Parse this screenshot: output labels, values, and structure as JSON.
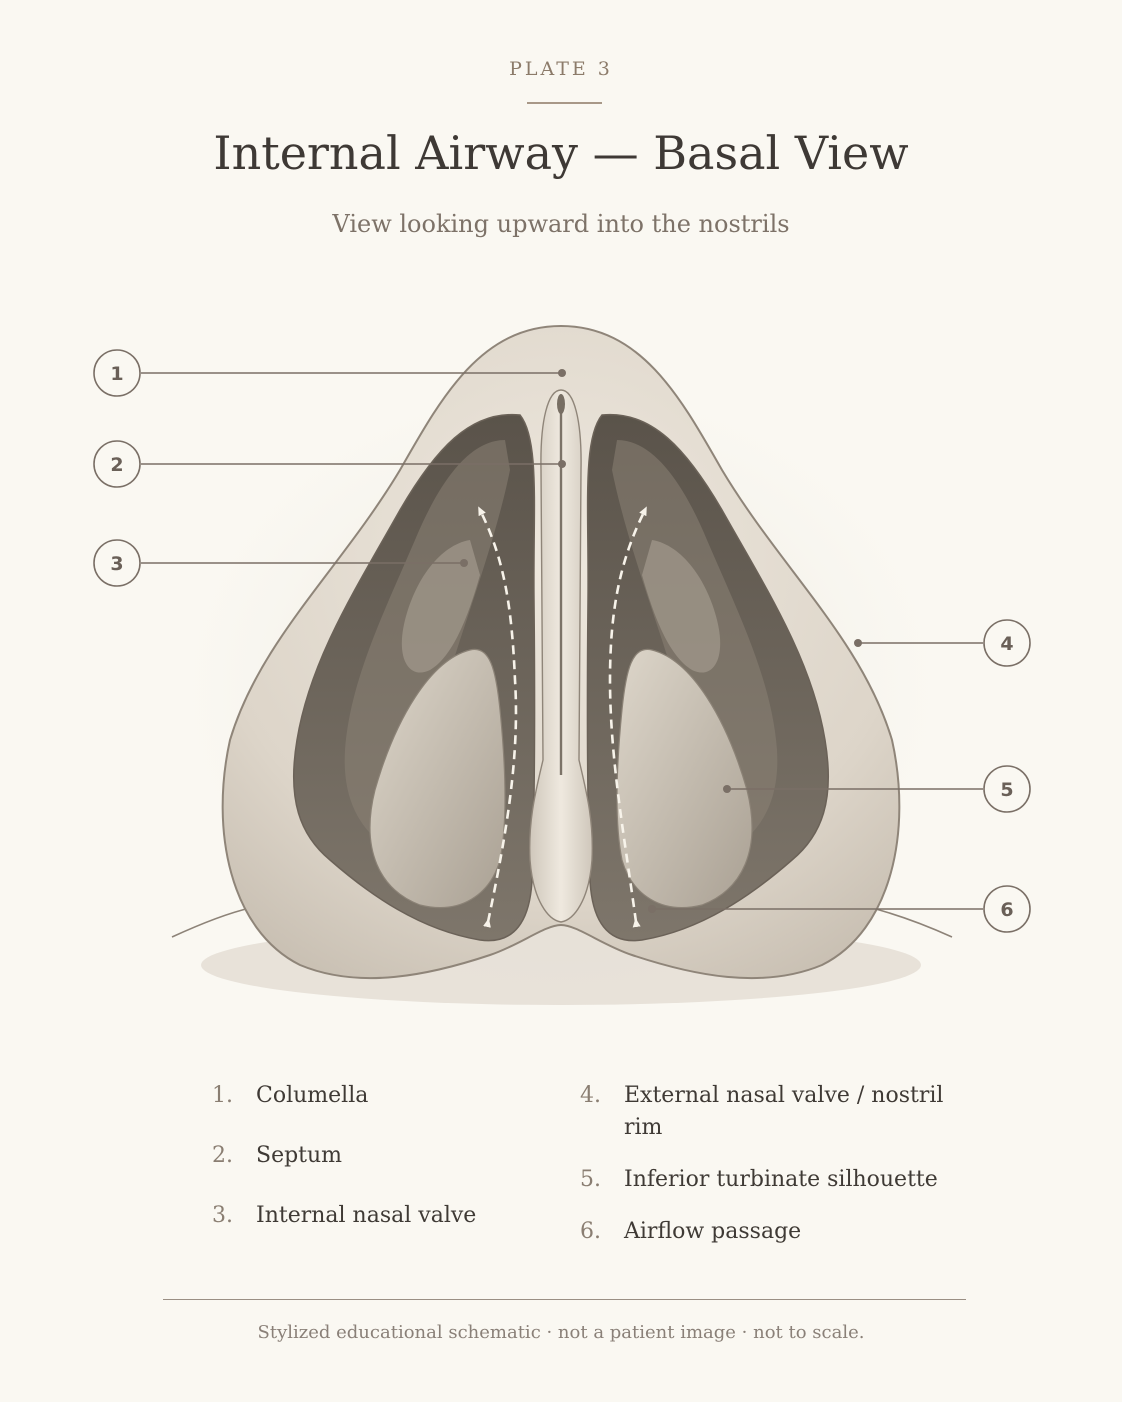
{
  "header": {
    "plate": "PLATE 3",
    "title": "Internal Airway — Basal View",
    "subtitle": "View looking upward into the nostrils"
  },
  "callouts": [
    {
      "number": "1"
    },
    {
      "number": "2"
    },
    {
      "number": "3"
    },
    {
      "number": "4"
    },
    {
      "number": "5"
    },
    {
      "number": "6"
    }
  ],
  "legend": [
    {
      "number": "1.",
      "label": "Columella"
    },
    {
      "number": "2.",
      "label": "Septum"
    },
    {
      "number": "3.",
      "label": "Internal nasal valve"
    },
    {
      "number": "4.",
      "label": "External nasal valve / nostril rim"
    },
    {
      "number": "5.",
      "label": "Inferior turbinate silhouette"
    },
    {
      "number": "6.",
      "label": "Airflow passage"
    }
  ],
  "footer": {
    "note": "Stylized educational schematic · not a patient image · not to scale."
  },
  "colors": {
    "background": "#faf8f2",
    "skin": "#e2dbd0",
    "cavity": "#6c6459",
    "line": "#7a6f66"
  }
}
